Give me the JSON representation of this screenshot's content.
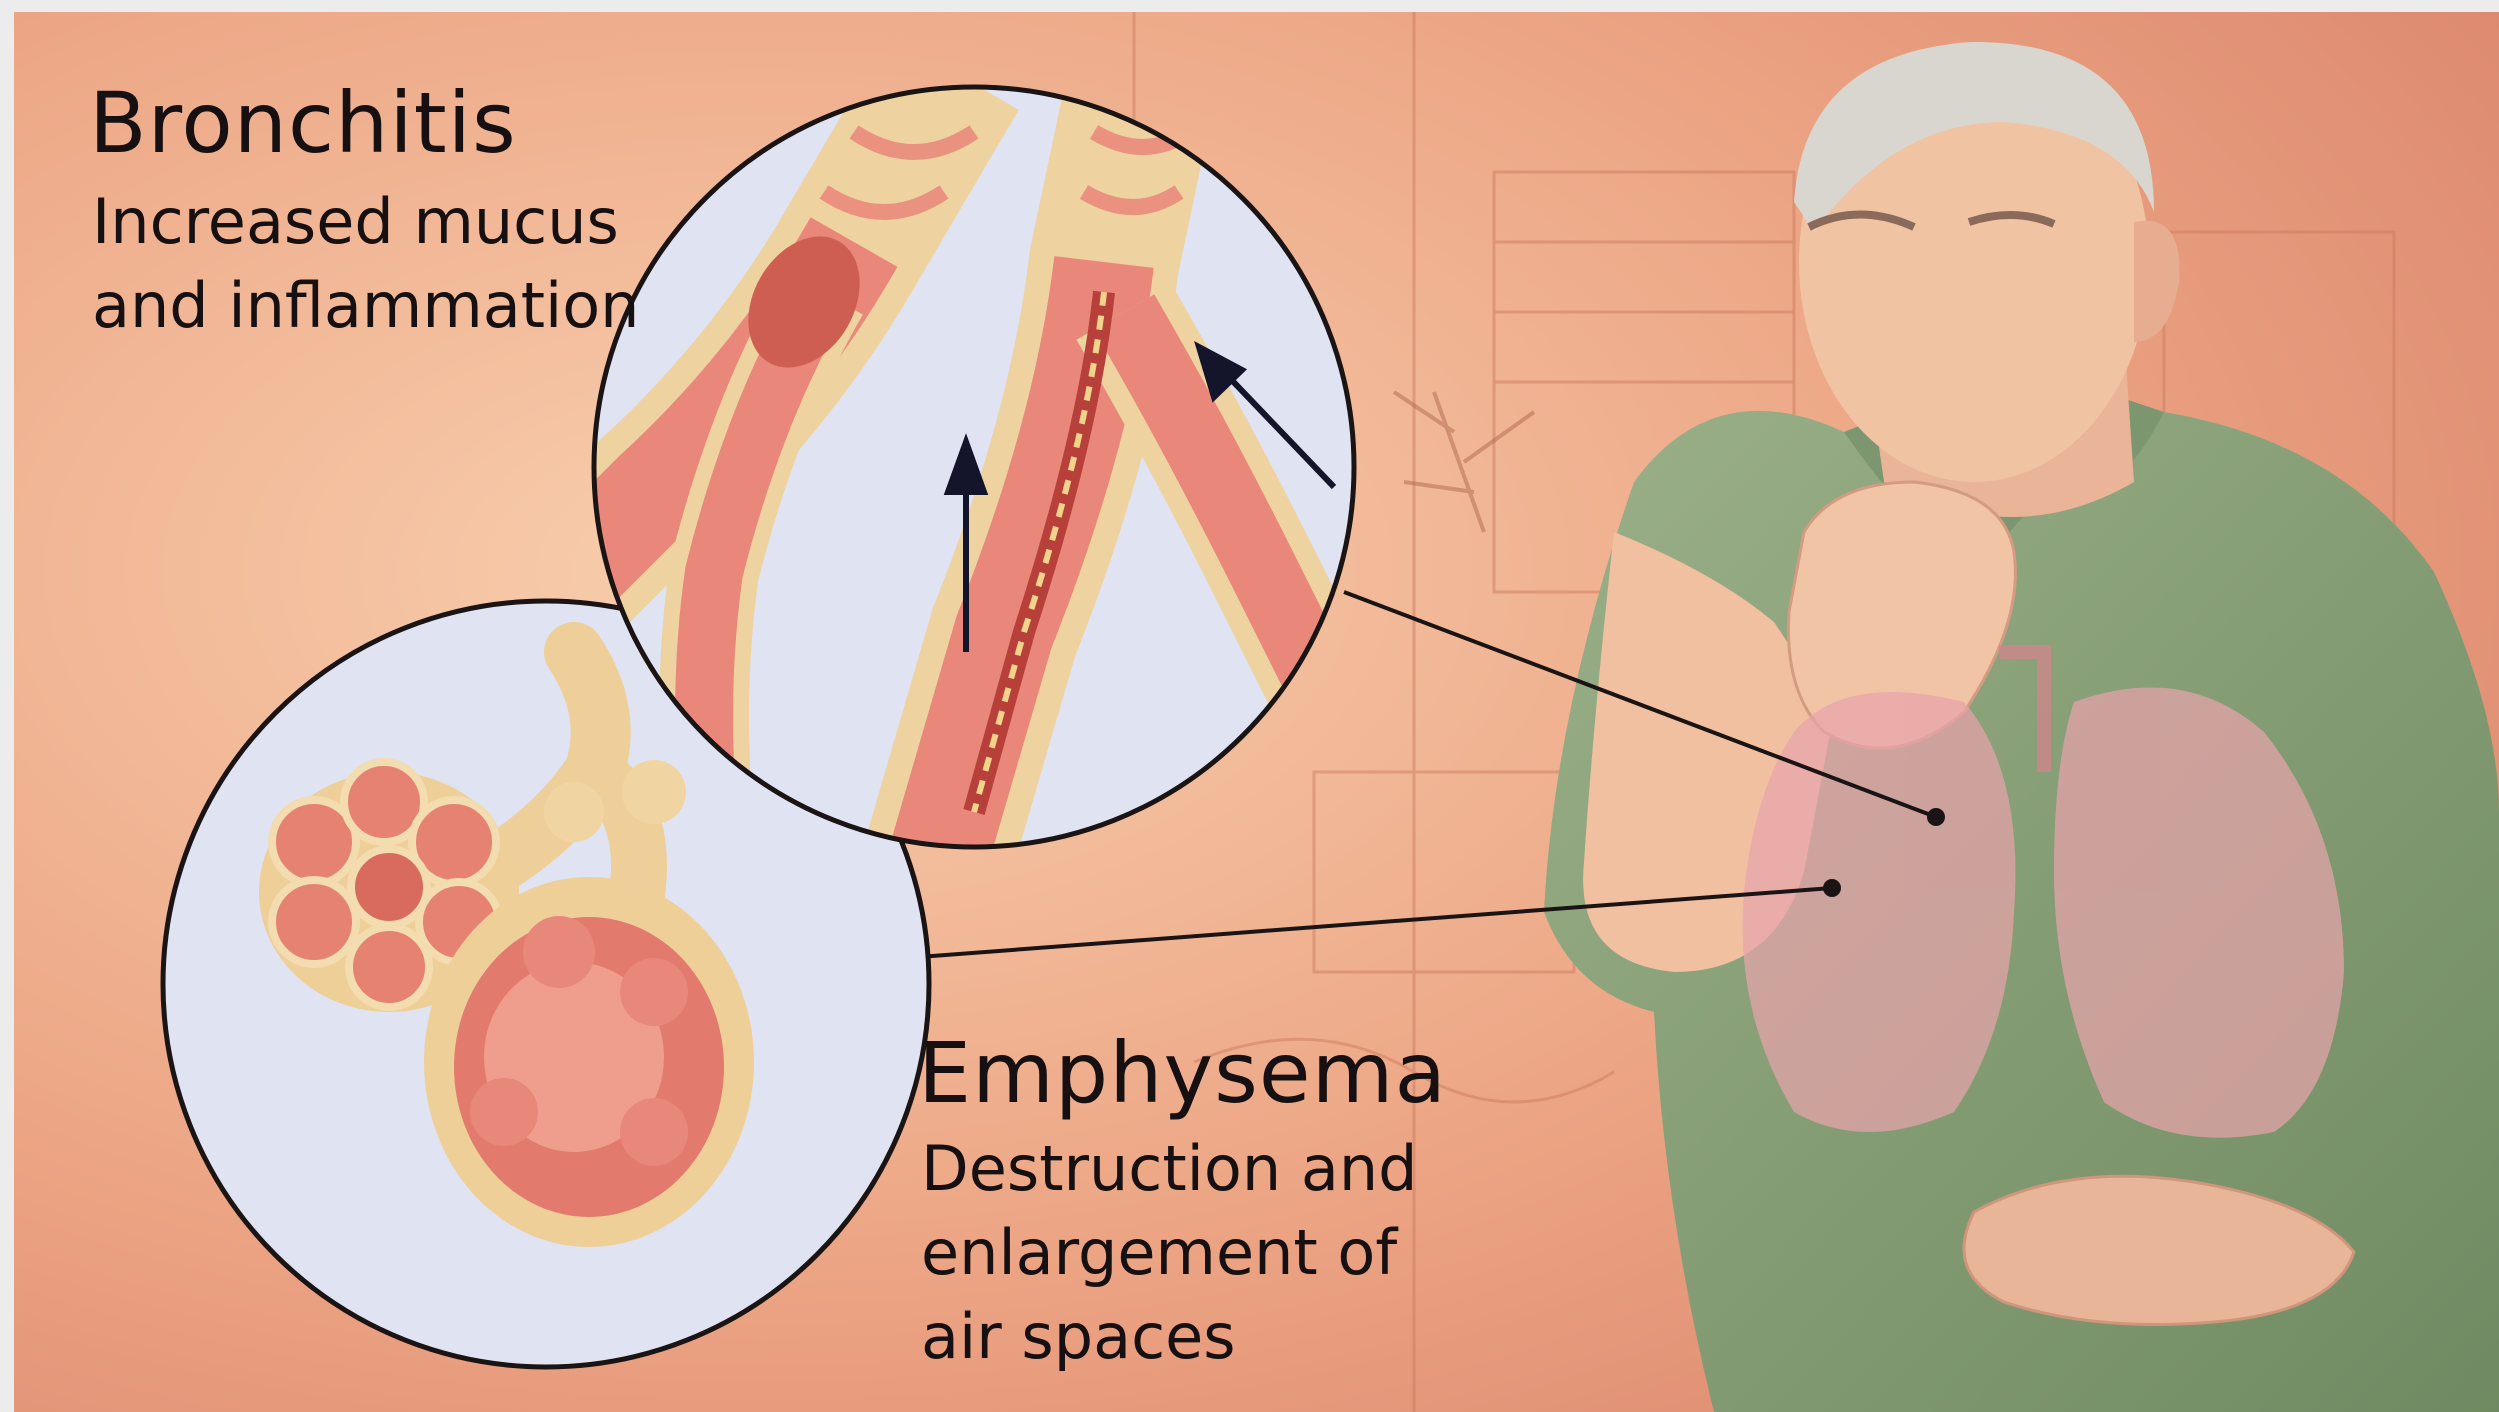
{
  "bronchitis": {
    "title": "Bronchitis",
    "description": "Increased mucus and inflammation"
  },
  "emphysema": {
    "title": "Emphysema",
    "description": "Destruction and enlargement of air spaces"
  },
  "colors": {
    "background": "#eea987",
    "inset_background": "#dfe3f2",
    "airway": "#e9877a",
    "cartilage": "#eed3a0",
    "alveoli": "#e27b6e",
    "lungs": "#e9a2a8",
    "shirt": "#8aa27a",
    "skin": "#f1c2a2",
    "hair": "#d6d3cc"
  }
}
